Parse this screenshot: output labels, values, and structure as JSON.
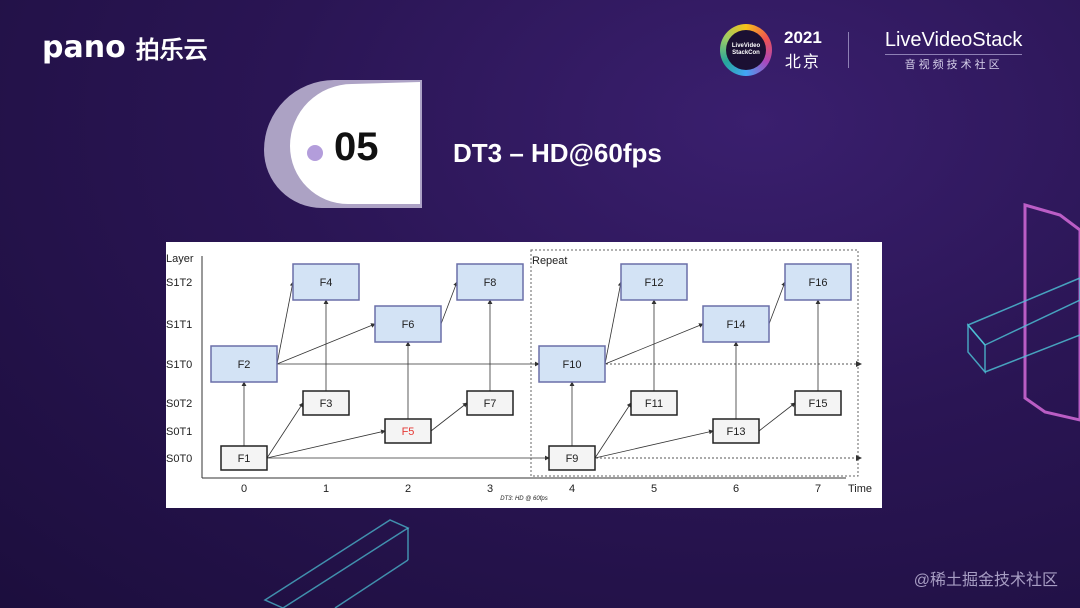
{
  "brand": {
    "logo_word": "pano",
    "logo_cn": "拍乐云"
  },
  "conference": {
    "badge_text": "LiveVideo StackCon",
    "year": "2021",
    "city": "北京",
    "org_name": "LiveVideoStack",
    "org_sub": "音视频技术社区"
  },
  "section": {
    "number": "05",
    "title": "DT3 – HD@60fps"
  },
  "diagram": {
    "y_axis_label": "Layer",
    "x_axis_label": "Time",
    "caption": "DT3: HD @ 60fps",
    "repeat_label": "Repeat",
    "layers": [
      "S1T2",
      "S1T1",
      "S1T0",
      "S0T2",
      "S0T1",
      "S0T0"
    ],
    "time_ticks": [
      "0",
      "1",
      "2",
      "3",
      "4",
      "5",
      "6",
      "7"
    ],
    "frames": [
      {
        "id": "F1",
        "t": 0,
        "layer": "S0T0"
      },
      {
        "id": "F2",
        "t": 0,
        "layer": "S1T0"
      },
      {
        "id": "F3",
        "t": 1,
        "layer": "S0T2"
      },
      {
        "id": "F4",
        "t": 1,
        "layer": "S1T2"
      },
      {
        "id": "F5",
        "t": 2,
        "layer": "S0T1",
        "highlight": true
      },
      {
        "id": "F6",
        "t": 2,
        "layer": "S1T1"
      },
      {
        "id": "F7",
        "t": 3,
        "layer": "S0T2"
      },
      {
        "id": "F8",
        "t": 3,
        "layer": "S1T2"
      },
      {
        "id": "F9",
        "t": 4,
        "layer": "S0T0"
      },
      {
        "id": "F10",
        "t": 4,
        "layer": "S1T0"
      },
      {
        "id": "F11",
        "t": 5,
        "layer": "S0T2"
      },
      {
        "id": "F12",
        "t": 5,
        "layer": "S1T2"
      },
      {
        "id": "F13",
        "t": 6,
        "layer": "S0T1"
      },
      {
        "id": "F14",
        "t": 6,
        "layer": "S1T1"
      },
      {
        "id": "F15",
        "t": 7,
        "layer": "S0T2"
      },
      {
        "id": "F16",
        "t": 7,
        "layer": "S1T2"
      }
    ],
    "edges": [
      [
        "F1",
        "F2"
      ],
      [
        "F1",
        "F3"
      ],
      [
        "F1",
        "F5"
      ],
      [
        "F1",
        "F9"
      ],
      [
        "F2",
        "F4"
      ],
      [
        "F2",
        "F6"
      ],
      [
        "F2",
        "F10"
      ],
      [
        "F3",
        "F4"
      ],
      [
        "F5",
        "F6"
      ],
      [
        "F5",
        "F7"
      ],
      [
        "F6",
        "F8"
      ],
      [
        "F7",
        "F8"
      ],
      [
        "F9",
        "F10"
      ],
      [
        "F9",
        "F11"
      ],
      [
        "F9",
        "F13"
      ],
      [
        "F10",
        "F12"
      ],
      [
        "F10",
        "F14"
      ],
      [
        "F11",
        "F12"
      ],
      [
        "F13",
        "F14"
      ],
      [
        "F13",
        "F15"
      ],
      [
        "F14",
        "F16"
      ],
      [
        "F15",
        "F16"
      ]
    ],
    "colors": {
      "box_fill": "#d3e3f5",
      "box_stroke": "#6a6fa8",
      "highlight_text": "#e53935"
    }
  },
  "watermark": "@稀土掘金技术社区"
}
